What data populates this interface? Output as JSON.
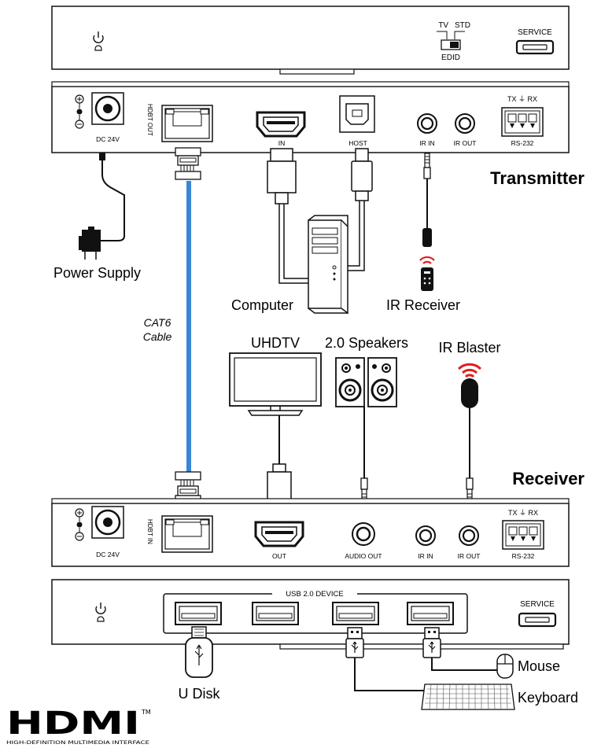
{
  "transmitter_top": {
    "switch_left": "TV",
    "switch_right": "STD",
    "switch_label": "EDID",
    "service_label": "SERVICE"
  },
  "transmitter_rear": {
    "heading": "Transmitter",
    "ports": {
      "dc": "DC 24V",
      "hdbt": "HDBT OUT",
      "hdmi": "IN",
      "usb": "HOST",
      "ir_in": "IR IN",
      "ir_out": "IR OUT",
      "rs232": "RS-232",
      "rs232_pins": "TX ⏚ RX"
    }
  },
  "receiver_rear": {
    "heading": "Receiver",
    "ports": {
      "dc": "DC 24V",
      "hdbt": "HDBT IN",
      "hdmi": "OUT",
      "audio": "AUDIO OUT",
      "ir_in": "IR IN",
      "ir_out": "IR OUT",
      "rs232": "RS-232",
      "rs232_pins": "TX ⏚ RX"
    }
  },
  "receiver_front": {
    "usb_group": "USB 2.0 DEVICE",
    "service_label": "SERVICE"
  },
  "devices": {
    "power_supply": "Power Supply",
    "computer": "Computer",
    "ir_receiver": "IR Receiver",
    "cable_line1": "CAT6",
    "cable_line2": "Cable",
    "uhdtv": "UHDTV",
    "speakers": "2.0 Speakers",
    "ir_blaster": "IR Blaster",
    "u_disk": "U Disk",
    "mouse": "Mouse",
    "keyboard": "Keyboard"
  },
  "logo": {
    "text": "HDMI",
    "trademark": "TM",
    "tagline": "HIGH-DEFINITION MULTIMEDIA INTERFACE"
  },
  "colors": {
    "cat6_cable": "#3a86d6",
    "ir_signal": "#e02020",
    "panel_fill": "#ffffff",
    "stroke": "#1a1a1a"
  }
}
